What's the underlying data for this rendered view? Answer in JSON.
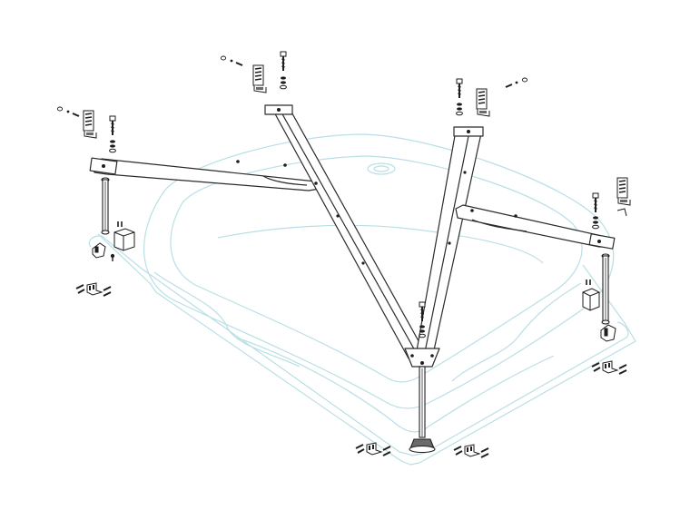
{
  "diagram": {
    "kind": "exploded assembly drawing",
    "colors": {
      "background": "#ffffff",
      "tub_outline": "#b9dfe6",
      "frame_stroke": "#2b2b2b",
      "frame_fill": "#ffffff",
      "hardware_dark": "#1e1e1e",
      "hardware_mid": "#6a6a6a"
    },
    "components": {
      "tub": "corner-tub",
      "frame_rails": [
        "rail-left",
        "rail-left-center",
        "rail-right-center",
        "rail-right"
      ],
      "legs": [
        "leg-left",
        "leg-center",
        "leg-right"
      ],
      "mounting_brackets": [
        "bracket-far-left",
        "bracket-top-left",
        "bracket-top-right",
        "bracket-far-right"
      ],
      "wall_clips": [
        "clip-left",
        "clip-right"
      ],
      "floor_feet_hardware": [
        "feet-left",
        "feet-bottom-left",
        "feet-bottom-right",
        "feet-right"
      ]
    }
  }
}
